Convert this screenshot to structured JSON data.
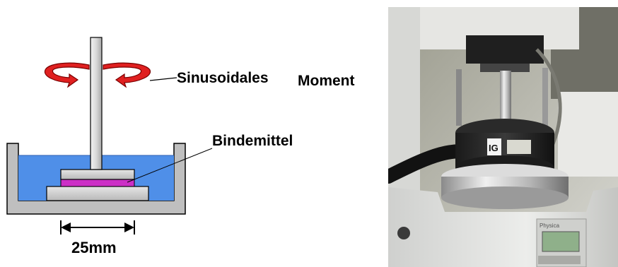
{
  "labels": {
    "sinusoidal": "Sinusoidales",
    "moment": "Moment",
    "binder": "Bindemittel",
    "gap_dimension": "25mm"
  },
  "photo": {
    "sensor_brand": "IG",
    "device_label": "Physica"
  },
  "colors": {
    "fluid_bath": "#4f8fe8",
    "binder_sample": "#cc2fc6",
    "rotation_arrow": "#e02020",
    "plate_gray": "#d3d3d3",
    "container_gray": "#bfbfbf"
  },
  "icons": [
    "rotation-arrow-icon",
    "dimension-arrow-icon"
  ]
}
